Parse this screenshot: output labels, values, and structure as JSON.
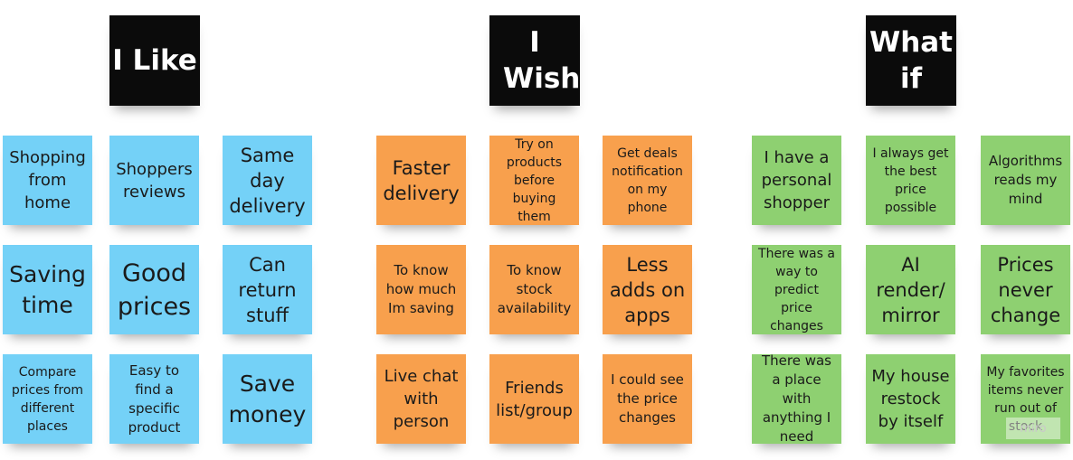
{
  "headers": {
    "like": "I Like",
    "wish": "I Wish",
    "what_if": "What if"
  },
  "like_notes": [
    "Shopping from home",
    "Shoppers reviews",
    "Same day delivery",
    "Saving time",
    "Good prices",
    "Can return stuff",
    "Compare prices from different places",
    "Easy to find a specific product",
    "Save money"
  ],
  "wish_notes": [
    "Faster delivery",
    "Try on products before buying them",
    "Get deals notification on my phone",
    "To know how much Im saving",
    "To know stock availability",
    "Less adds on apps",
    "Live chat with person",
    "Friends list/group",
    "I could see the price changes"
  ],
  "what_if_notes": [
    "I have a personal shopper",
    "I always get the best price possible",
    "Algorithms reads my mind",
    "There was a way to predict price changes",
    "AI render/ mirror",
    "Prices never change",
    "There was a place with anything I need",
    "My house restock by itself",
    "My favorites items never run out of stock"
  ],
  "watermark": "miro",
  "colors": {
    "header": "#0b0b0b",
    "like_note": "#74d1f7",
    "wish_note": "#f8a04d",
    "what_if_note": "#8ed071"
  }
}
